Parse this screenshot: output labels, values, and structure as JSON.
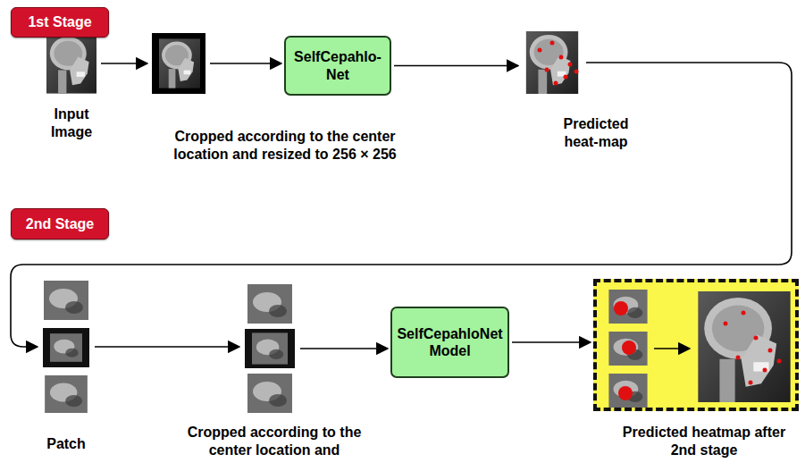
{
  "diagram": {
    "nodes": [
      {
        "text": [
          "1st Stage"
        ]
      },
      {
        "text": [
          "Input Image"
        ]
      },
      {
        "text": [
          "Cropped according to the center location and resized to 256 × 256"
        ]
      },
      {
        "text": [
          "SelfCepahlo-Net"
        ]
      },
      {
        "text": [
          "Predicted heat-map"
        ]
      },
      {
        "text": [
          "2nd Stage"
        ]
      },
      {
        "text": [
          "Patch"
        ]
      },
      {
        "text": [
          "Cropped according to the center location and"
        ]
      },
      {
        "text": [
          "SelfCepahloNet Model"
        ]
      },
      {
        "text": [
          "Predicted heatmap after 2nd stage"
        ]
      }
    ],
    "edges": [
      {
        "from": 1,
        "to": 2,
        "arrow": "to"
      },
      {
        "from": 2,
        "to": 3,
        "arrow": "to"
      },
      {
        "from": 3,
        "to": 4,
        "arrow": "to"
      },
      {
        "from": 4,
        "to": 6,
        "arrow": "to"
      },
      {
        "from": 6,
        "to": 7,
        "arrow": "to"
      },
      {
        "from": 7,
        "to": 8,
        "arrow": "to"
      },
      {
        "from": 8,
        "to": 9,
        "arrow": "to"
      }
    ]
  }
}
